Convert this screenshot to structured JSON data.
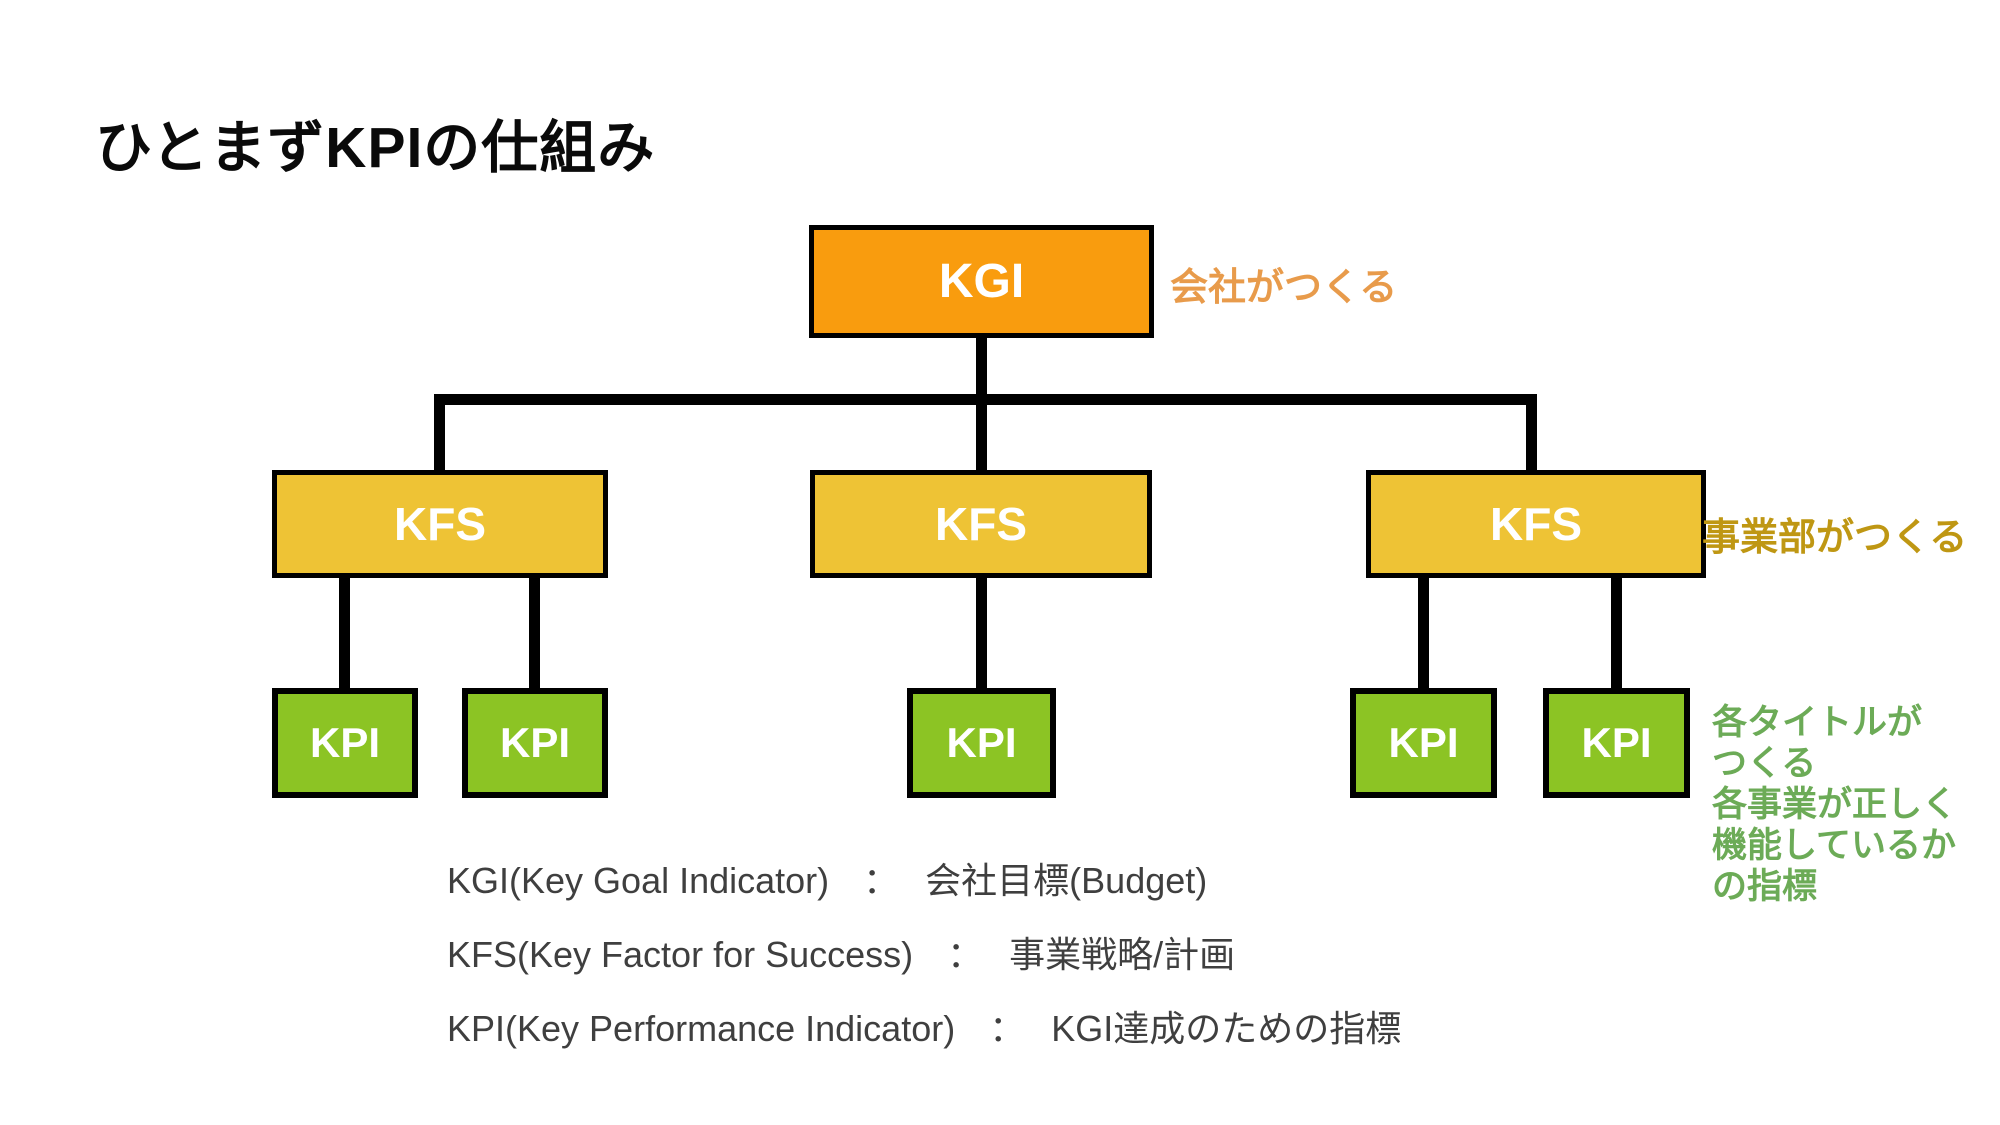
{
  "title": "ひとまずKPIの仕組み",
  "diagram": {
    "kgi": {
      "label": "KGI"
    },
    "kfs": [
      {
        "label": "KFS"
      },
      {
        "label": "KFS"
      },
      {
        "label": "KFS"
      }
    ],
    "kpi": [
      {
        "label": "KPI"
      },
      {
        "label": "KPI"
      },
      {
        "label": "KPI"
      },
      {
        "label": "KPI"
      },
      {
        "label": "KPI"
      }
    ],
    "notes": {
      "kgi": "会社がつくる",
      "kfs": "事業部がつくる",
      "kpi_lines": [
        "各タイトルが",
        "つくる",
        "各事業が正しく",
        "機能しているか",
        "の指標"
      ]
    }
  },
  "legend": {
    "rows": [
      {
        "label": "KGI(Key Goal Indicator)",
        "separator": "：",
        "description": "会社目標(Budget)"
      },
      {
        "label": "KFS(Key Factor for Success)",
        "separator": "：",
        "description": "事業戦略/計画"
      },
      {
        "label": "KPI(Key Performance Indicator)",
        "separator": "：",
        "description": "KGI達成のための指標"
      }
    ]
  },
  "colors": {
    "kgi_fill": "#F99C0E",
    "kfs_fill": "#EEC335",
    "kpi_fill": "#8CC424",
    "box_text": "#FFFFFF",
    "connector": "#000000",
    "kgi_note": "#E89B4B",
    "kfs_note": "#BF9713",
    "kpi_note": "#6CAB57",
    "legend_text": "#3F3F3F",
    "title_text": "#0A0A0A"
  }
}
